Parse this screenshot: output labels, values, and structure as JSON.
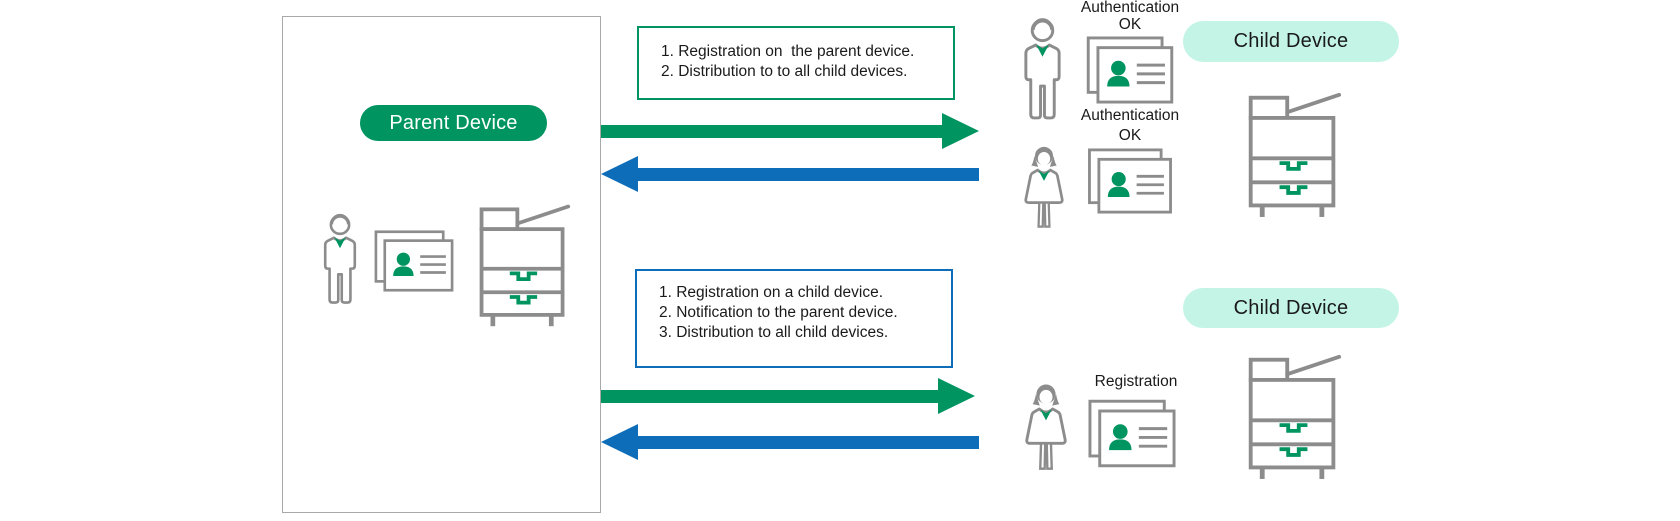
{
  "colors": {
    "green": "#009560",
    "blue": "#0d6db9",
    "mint": "#c3f4e6",
    "gray": "#8c8c8c",
    "text": "#1a1a1a"
  },
  "parent": {
    "label": "Parent Device"
  },
  "top_flow": {
    "note_lines": [
      "1. Registration on  the parent device.",
      "2. Distribution to to all child devices."
    ],
    "user1_label": "Authentication\nOK",
    "user2_label": "Authentication\nOK",
    "device_label": "Child Device"
  },
  "bottom_flow": {
    "note_lines": [
      "1. Registration on a child device.",
      "2. Notification to the parent device.",
      "3. Distribution to all child devices."
    ],
    "user_label": "Registration",
    "device_label": "Child Device"
  },
  "icons": {
    "user_male": "user-male-icon",
    "user_female": "user-female-icon",
    "id_card": "id-card-icon",
    "printer": "multifunction-printer-icon",
    "arrow_right": "green-arrow-right",
    "arrow_left": "blue-arrow-left"
  }
}
